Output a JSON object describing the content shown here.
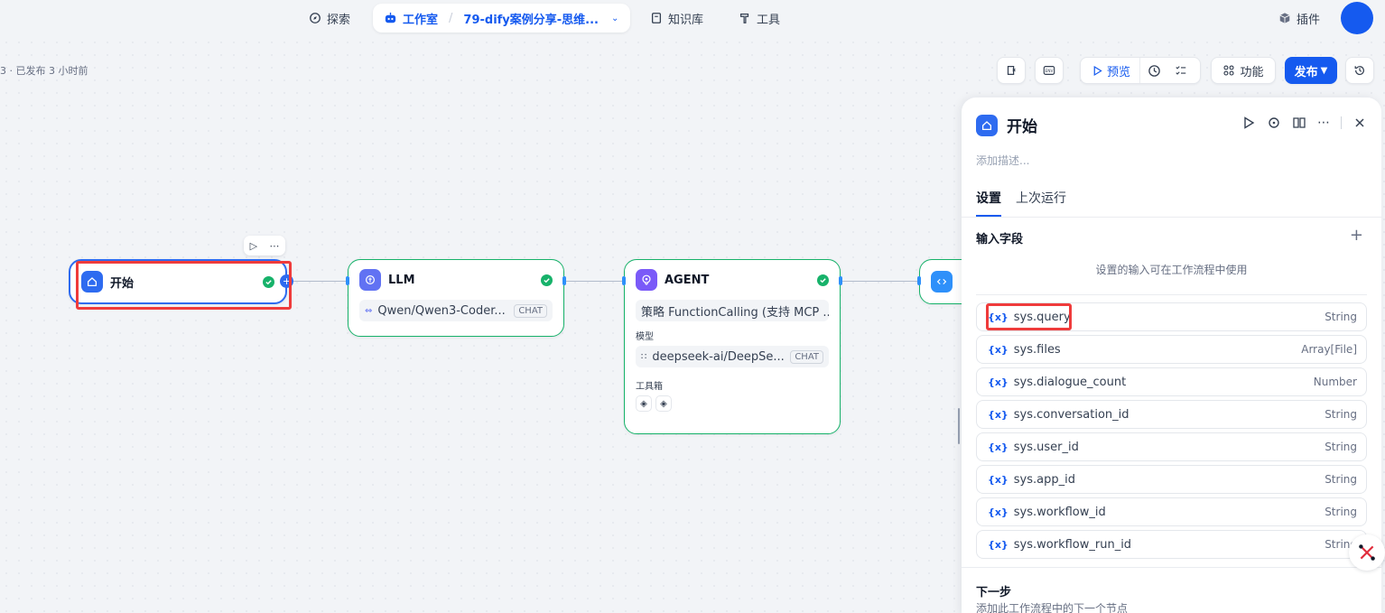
{
  "nav": {
    "explore": "探索",
    "studio": "工作室",
    "app_name": "79-dify案例分享-思维...",
    "knowledge": "知识库",
    "tools": "工具",
    "plugins": "插件"
  },
  "status": "3 · 已发布 3 小时前",
  "toolbar": {
    "preview": "预览",
    "features": "功能",
    "publish": "发布"
  },
  "nodes": {
    "start": {
      "title": "开始"
    },
    "llm": {
      "title": "LLM",
      "model": "Qwen/Qwen3-Coder...",
      "badge": "CHAT"
    },
    "agent": {
      "title": "AGENT",
      "strategy": "策略 FunctionCalling (支持 MCP ...",
      "model_label": "模型",
      "model": "deepseek-ai/DeepSe...",
      "badge": "CHAT",
      "toolbox_label": "工具箱"
    }
  },
  "panel": {
    "title": "开始",
    "description_placeholder": "添加描述...",
    "tabs": [
      "设置",
      "上次运行"
    ],
    "section_title": "输入字段",
    "hint": "设置的输入可在工作流程中使用",
    "brace": "{x}",
    "variables": [
      {
        "name": "sys.query",
        "type": "String"
      },
      {
        "name": "sys.files",
        "type": "Array[File]"
      },
      {
        "name": "sys.dialogue_count",
        "type": "Number"
      },
      {
        "name": "sys.conversation_id",
        "type": "String"
      },
      {
        "name": "sys.user_id",
        "type": "String"
      },
      {
        "name": "sys.app_id",
        "type": "String"
      },
      {
        "name": "sys.workflow_id",
        "type": "String"
      },
      {
        "name": "sys.workflow_run_id",
        "type": "String"
      }
    ],
    "next_title": "下一步",
    "next_desc": "添加此工作流程中的下一个节点"
  },
  "colors": {
    "accent": "#155aef",
    "success": "#17b26a",
    "highlight": "#ef3b3b"
  }
}
